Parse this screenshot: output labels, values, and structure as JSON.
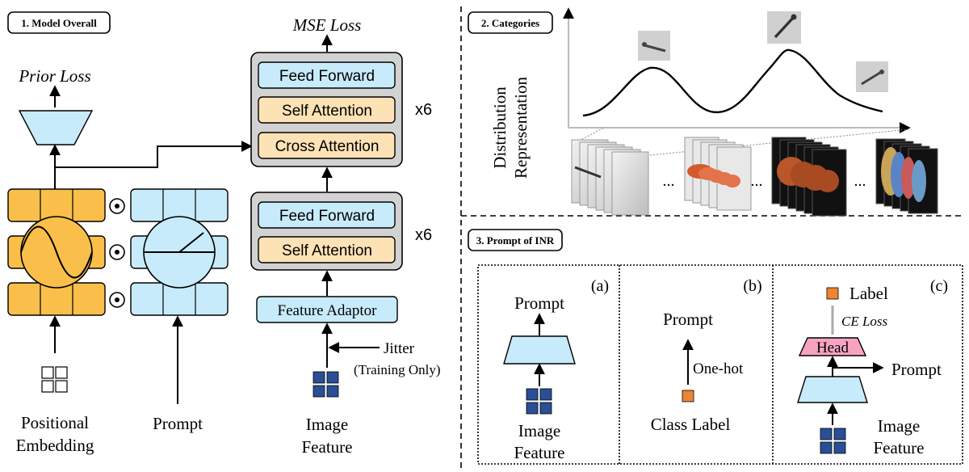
{
  "colors": {
    "orange": "#f9bf4a",
    "light_blue": "#c7ebfb",
    "peach": "#fde2b5",
    "gray_block": "#d2d2d2",
    "navy": "#2a4f97",
    "pink": "#f6a3c1",
    "label_orange": "#ef8432"
  },
  "panel1": {
    "title": "1. Model Overall",
    "prior_loss": "Prior Loss",
    "mse_loss": "MSE Loss",
    "upper_block": {
      "layers": [
        "Feed Forward",
        "Self Attention",
        "Cross Attention"
      ],
      "repeat": "x6"
    },
    "lower_block": {
      "layers": [
        "Feed Forward",
        "Self Attention"
      ],
      "repeat": "x6"
    },
    "feature_adaptor": "Feature Adaptor",
    "jitter": "Jitter",
    "training_only": "(Training Only)",
    "positional_embedding_1": "Positional",
    "positional_embedding_2": "Embedding",
    "prompt": "Prompt",
    "image_feature_1": "Image",
    "image_feature_2": "Feature",
    "dot_operator": "⊙"
  },
  "panel2": {
    "title": "2. Categories",
    "ylabel_1": "Distribution",
    "ylabel_2": "Representation",
    "ellipsis": "..."
  },
  "panel3": {
    "title": "3. Prompt of INR",
    "a": {
      "tag": "(a)",
      "prompt": "Prompt",
      "image": "Image",
      "feature": "Feature"
    },
    "b": {
      "tag": "(b)",
      "prompt": "Prompt",
      "one_hot": "One-hot",
      "class_label": "Class Label"
    },
    "c": {
      "tag": "(c)",
      "label": "Label",
      "ce_loss": "CE Loss",
      "head": "Head",
      "prompt": "Prompt",
      "image": "Image",
      "feature": "Feature"
    }
  }
}
